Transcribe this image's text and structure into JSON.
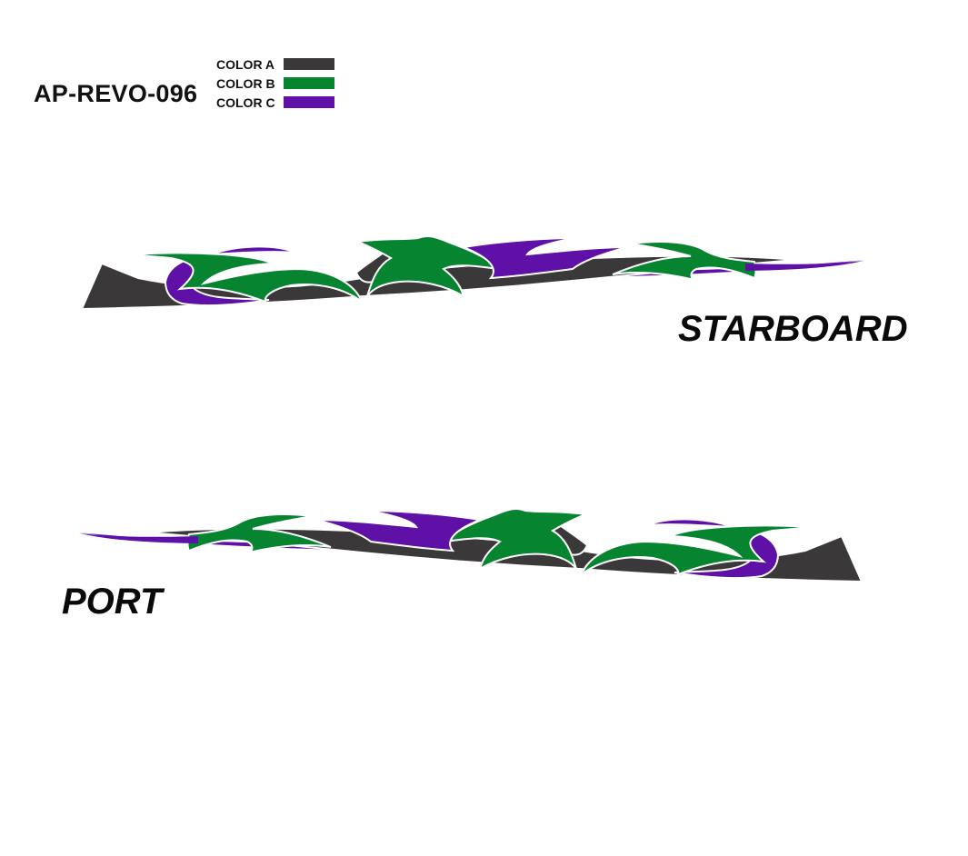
{
  "design_code": "AP-REVO-096",
  "legend": [
    {
      "label": "COLOR A",
      "color": "#3a3839"
    },
    {
      "label": "COLOR B",
      "color": "#068430"
    },
    {
      "label": "COLOR C",
      "color": "#5e10a7"
    }
  ],
  "views": {
    "starboard_label": "STARBOARD",
    "port_label": "PORT"
  }
}
